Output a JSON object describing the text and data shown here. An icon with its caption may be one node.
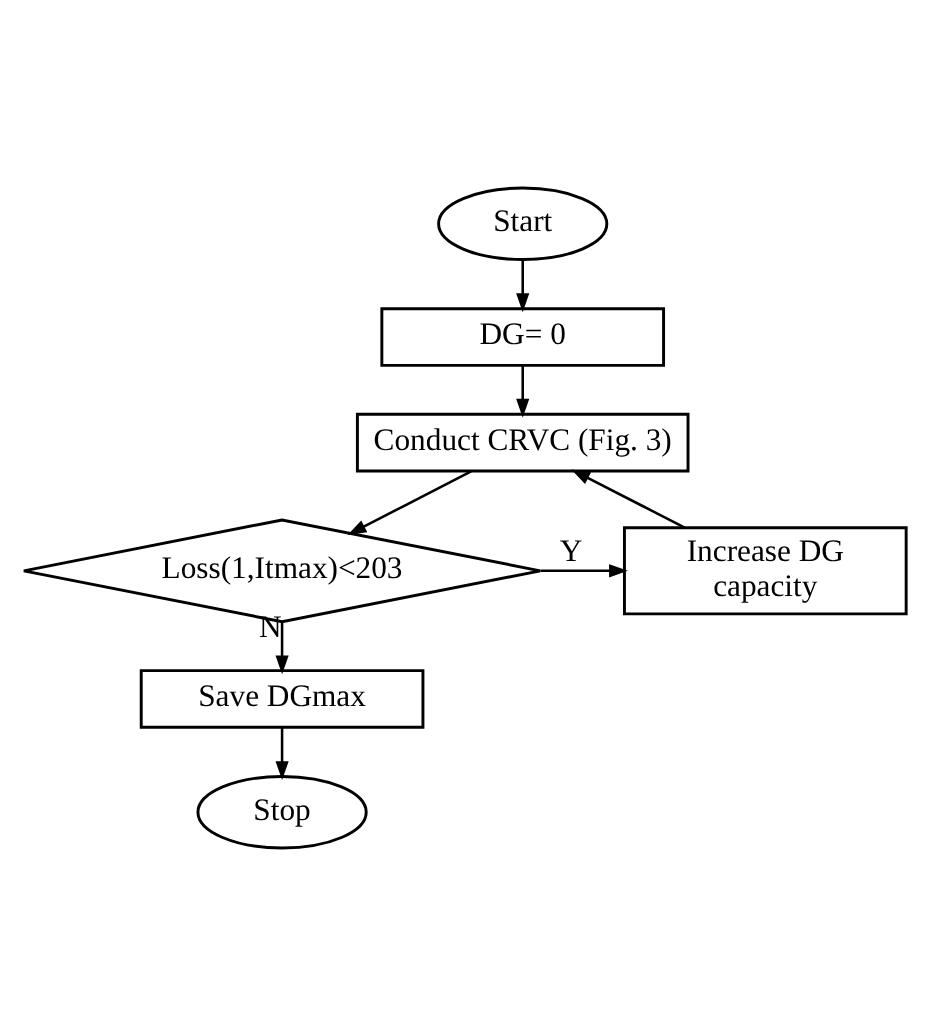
{
  "diagram": {
    "nodes": [
      {
        "text": [
          "Start"
        ]
      },
      {
        "text": [
          "DG= 0"
        ]
      },
      {
        "text": [
          "Conduct CRVC (Fig. 3)"
        ]
      },
      {
        "text": [
          "Loss(1,Itmax)<203"
        ]
      },
      {
        "text": [
          "Increase DG capacity"
        ]
      },
      {
        "text": [
          "Save DGmax"
        ]
      },
      {
        "text": [
          "Stop"
        ]
      }
    ],
    "edges": [
      {
        "from": 0,
        "to": 1,
        "arrow": "to"
      },
      {
        "from": 1,
        "to": 2,
        "arrow": "to"
      },
      {
        "from": 2,
        "to": 3,
        "arrow": "to"
      },
      {
        "from": 3,
        "to": 4,
        "arrow": "to",
        "label": "Y"
      },
      {
        "from": 4,
        "to": 2,
        "arrow": "to"
      },
      {
        "from": 3,
        "to": 5,
        "arrow": "to",
        "label": "N"
      },
      {
        "from": 5,
        "to": 6,
        "arrow": "to"
      }
    ]
  }
}
